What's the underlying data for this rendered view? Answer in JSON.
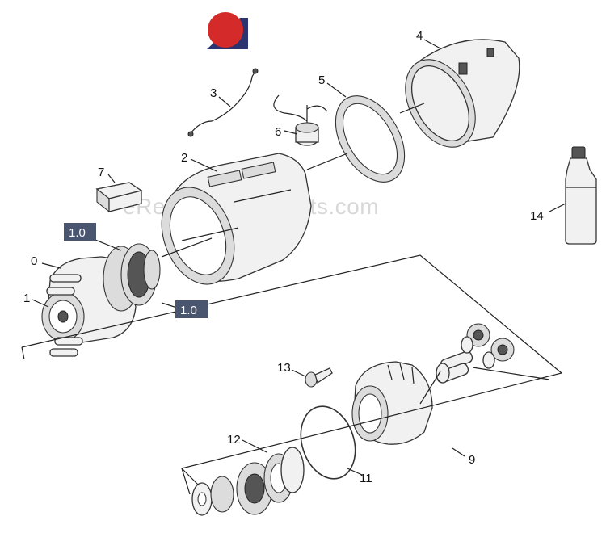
{
  "watermark": "eReplacementParts.com",
  "logo": {
    "circle_color": "#d42a2a",
    "bar_color": "#2c3470"
  },
  "box_color": "#4a5570",
  "labels": {
    "p0": "0",
    "p1": "1",
    "p2": "2",
    "p3": "3",
    "p4": "4",
    "p5": "5",
    "p6": "6",
    "p7": "7",
    "p9": "9",
    "p11": "11",
    "p12": "12",
    "p13": "13",
    "p14": "14",
    "box_a": "1.0",
    "box_b": "1.0"
  }
}
